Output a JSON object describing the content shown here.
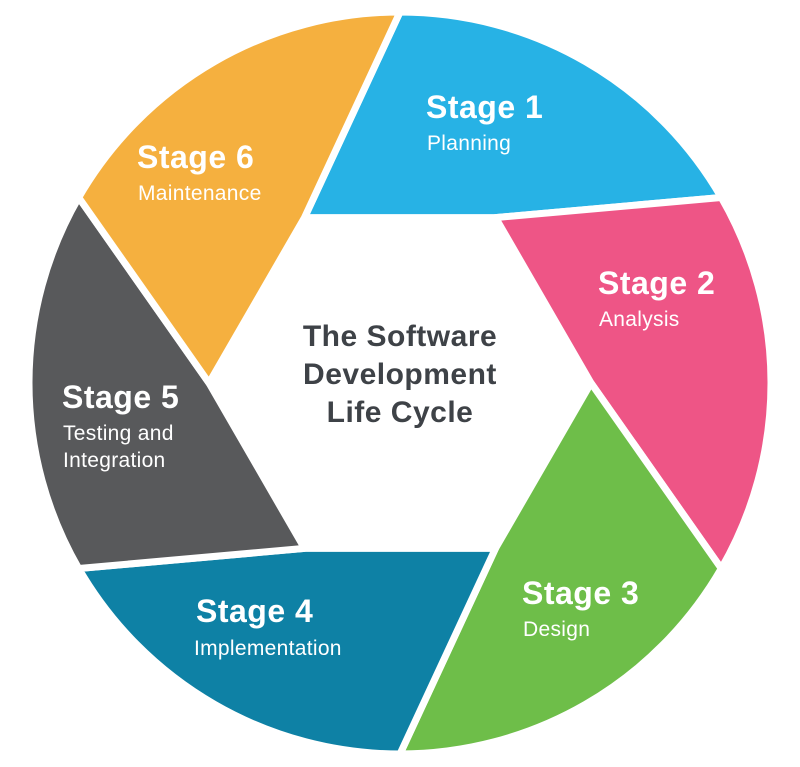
{
  "background_color": "#ffffff",
  "diagram": {
    "center_title": {
      "lines": [
        "The Software",
        "Development",
        "Life Cycle"
      ],
      "color": "#3e4247"
    },
    "stages": [
      {
        "label": "Stage 1",
        "name_lines": [
          "Planning"
        ],
        "color": "#27b2e5"
      },
      {
        "label": "Stage 2",
        "name_lines": [
          "Analysis"
        ],
        "color": "#ee5586"
      },
      {
        "label": "Stage 3",
        "name_lines": [
          "Design"
        ],
        "color": "#6ebe49"
      },
      {
        "label": "Stage 4",
        "name_lines": [
          "Implementation"
        ],
        "color": "#0e81a5"
      },
      {
        "label": "Stage 5",
        "name_lines": [
          "Testing and",
          "Integration"
        ],
        "color": "#58595b"
      },
      {
        "label": "Stage 6",
        "name_lines": [
          "Maintenance"
        ],
        "color": "#f5b03f"
      }
    ]
  }
}
